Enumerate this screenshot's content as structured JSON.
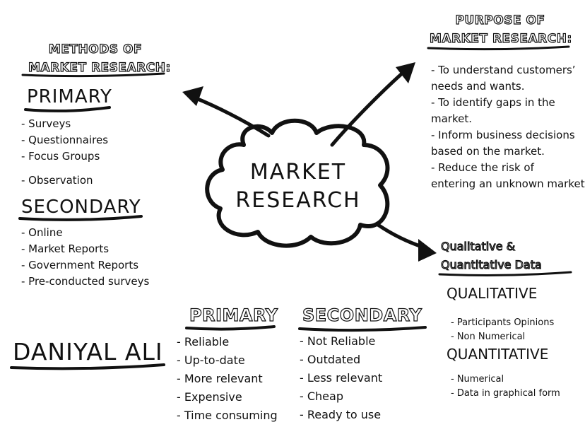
{
  "center": {
    "line1": "MARKET",
    "line2": "RESEARCH"
  },
  "methods": {
    "title_line1": "METHODS OF",
    "title_line2": "MARKET RESEARCH:",
    "primary_heading": "PRIMARY",
    "primary_items": [
      "- Surveys",
      "- Questionnaires",
      "- Focus Groups"
    ],
    "primary_extra": "- Observation",
    "secondary_heading": "SECONDARY",
    "secondary_items": [
      "- Online",
      "- Market Reports",
      "- Government Reports",
      "- Pre-conducted surveys"
    ]
  },
  "purpose": {
    "title_line1": "PURPOSE OF",
    "title_line2": "MARKET RESEARCH:",
    "lines": [
      "- To understand customers’",
      "needs and wants.",
      "- To identify gaps in the",
      "market.",
      "- Inform business decisions",
      "based on the market.",
      "- Reduce the risk of",
      "entering an unknown market."
    ]
  },
  "data_types": {
    "title_line1": "Qualitative &",
    "title_line2": "Quantitative Data",
    "qualitative_heading": "QUALITATIVE",
    "qualitative_items": [
      "- Participants Opinions",
      "- Non Numerical"
    ],
    "quantitative_heading": "QUANTITATIVE",
    "quantitative_items": [
      "- Numerical",
      "- Data in graphical form"
    ]
  },
  "comparison": {
    "primary_heading": "PRIMARY",
    "primary_items": [
      "- Reliable",
      "- Up-to-date",
      "- More relevant",
      "- Expensive",
      "- Time consuming"
    ],
    "secondary_heading": "SECONDARY",
    "secondary_items": [
      "- Not Reliable",
      "- Outdated",
      "- Less relevant",
      "- Cheap",
      "- Ready to use"
    ]
  },
  "author": "DANIYAL ALI"
}
